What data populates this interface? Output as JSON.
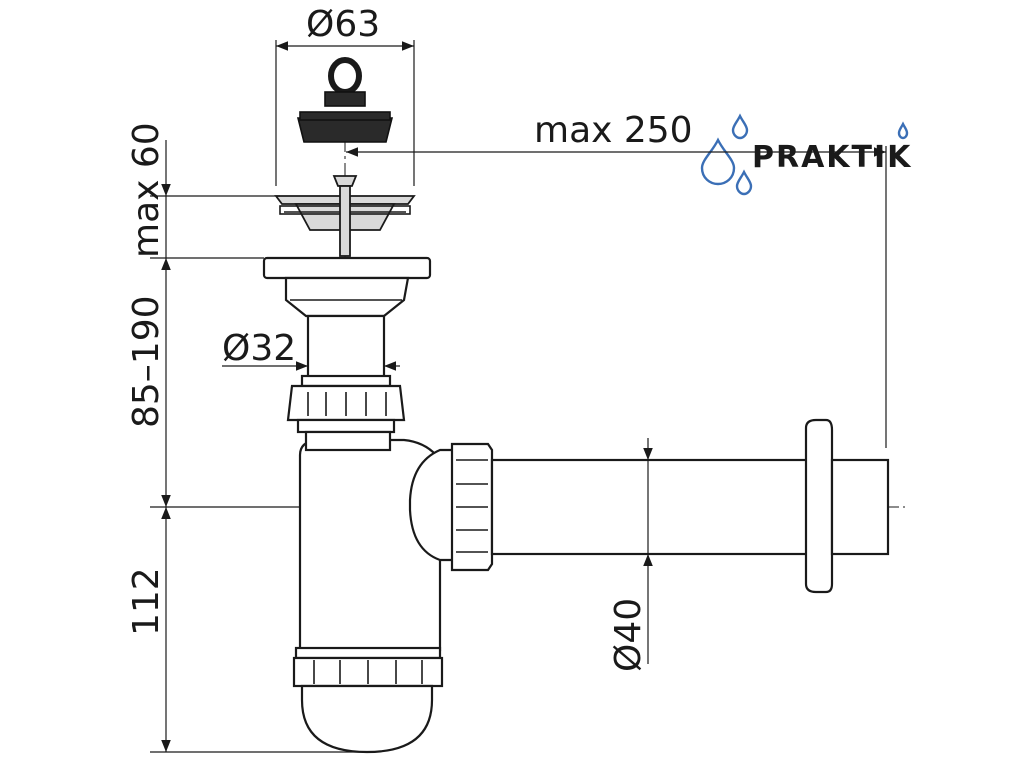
{
  "brand": {
    "name": "PRAKTIK",
    "drop_color": "#3b6fb6"
  },
  "dimensions": {
    "stopper_diameter": "Ø63",
    "max_distance": "max 250",
    "max_height_top": "max 60",
    "height_range": "85–190",
    "inlet_diameter": "Ø32",
    "outlet_diameter": "Ø40",
    "trap_depth": "112"
  }
}
